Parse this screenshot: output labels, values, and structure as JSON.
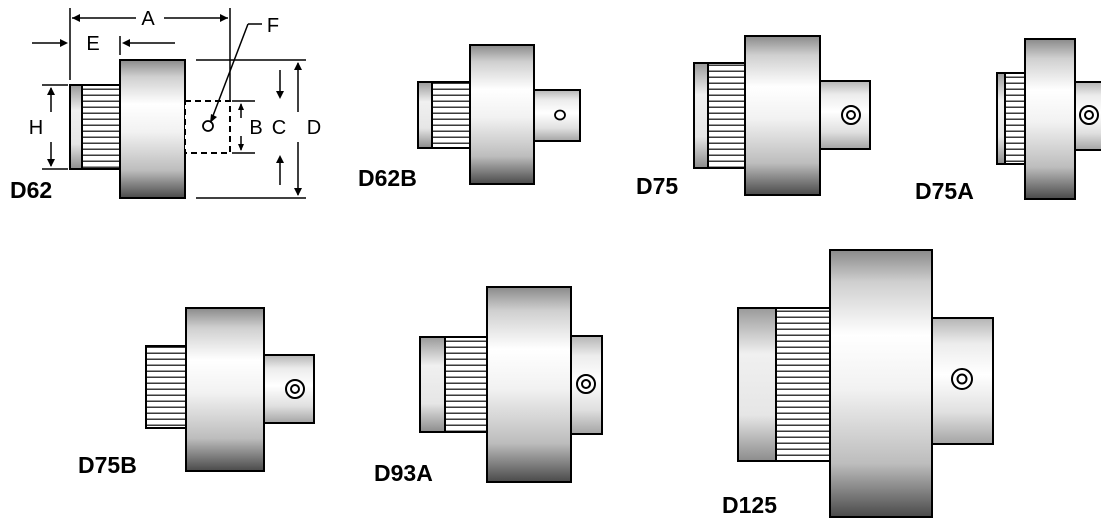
{
  "diagram": {
    "labels": {
      "d62": "D62",
      "d62b": "D62B",
      "d75": "D75",
      "d75a": "D75A",
      "d75b": "D75B",
      "d93a": "D93A",
      "d125": "D125"
    },
    "dimensions": {
      "A": "A",
      "B": "B",
      "C": "C",
      "D": "D",
      "E": "E",
      "F": "F",
      "H": "H"
    }
  }
}
